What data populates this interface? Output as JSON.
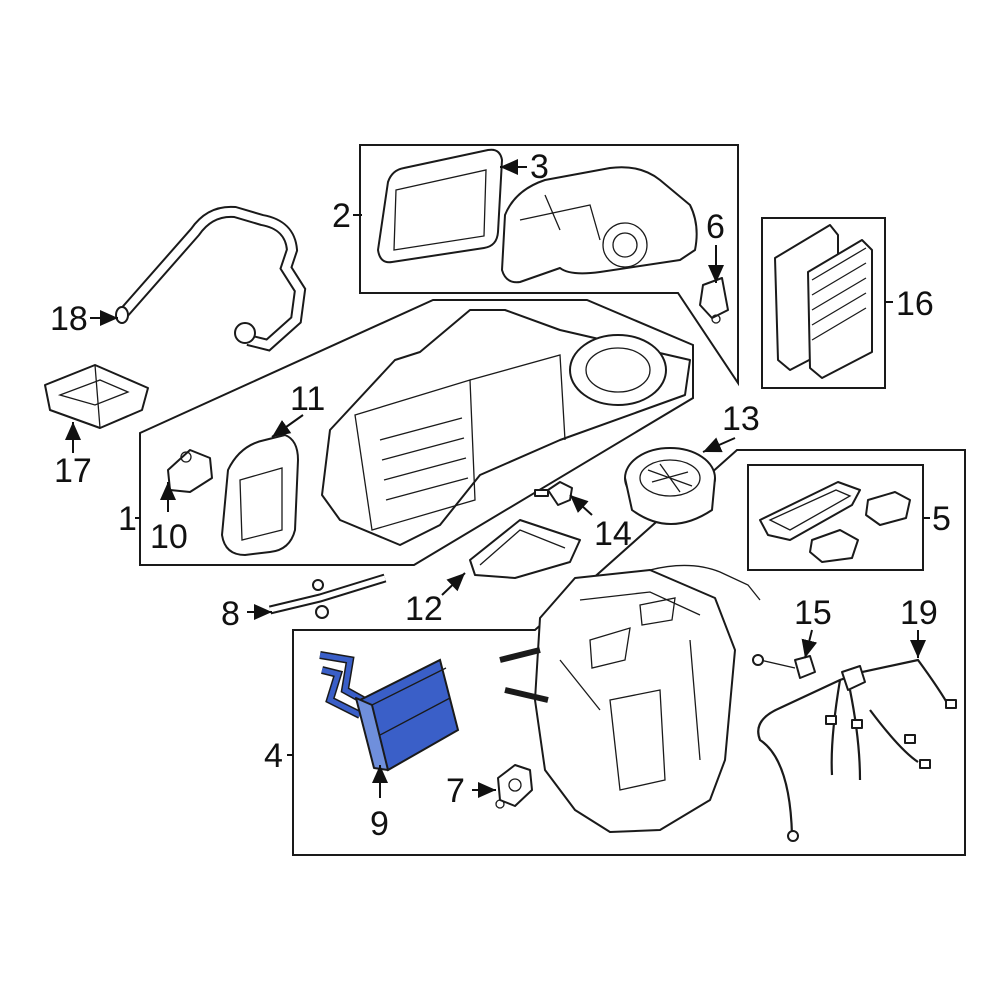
{
  "diagram": {
    "highlight_color": "#3a5fc8",
    "callouts": {
      "c1": "1",
      "c2": "2",
      "c3": "3",
      "c4": "4",
      "c5": "5",
      "c6": "6",
      "c7": "7",
      "c8": "8",
      "c9": "9",
      "c10": "10",
      "c11": "11",
      "c12": "12",
      "c13": "13",
      "c14": "14",
      "c15": "15",
      "c16": "16",
      "c17": "17",
      "c18": "18",
      "c19": "19"
    }
  }
}
